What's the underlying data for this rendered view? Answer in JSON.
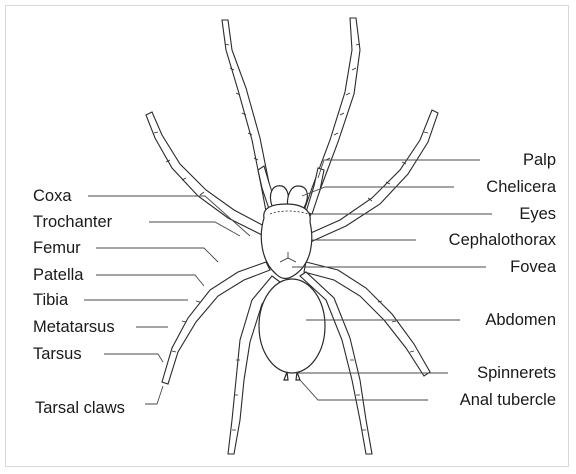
{
  "diagram": {
    "left_labels": {
      "coxa": "Coxa",
      "trochanter": "Trochanter",
      "femur": "Femur",
      "patella": "Patella",
      "tibia": "Tibia",
      "metatarsus": "Metatarsus",
      "tarsus": "Tarsus",
      "tarsal_claws": "Tarsal claws"
    },
    "right_labels": {
      "palp": "Palp",
      "chelicera": "Chelicera",
      "eyes": "Eyes",
      "cephalothorax": "Cephalothorax",
      "fovea": "Fovea",
      "abdomen": "Abdomen",
      "spinnerets": "Spinnerets",
      "anal_tubercle": "Anal tubercle"
    }
  }
}
